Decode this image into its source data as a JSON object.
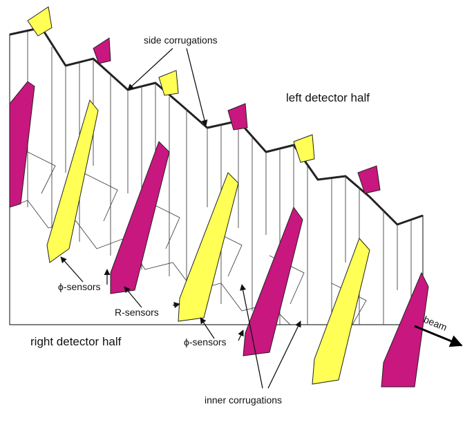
{
  "colors": {
    "phi_sensor": "#ffff55",
    "r_sensor": "#c8177f",
    "outline": "#222222",
    "background": "#ffffff"
  },
  "labels": {
    "side_corrugations": "side corrugations",
    "left_half": "left detector half",
    "right_half": "right detector half",
    "phi_sensors_1": "ϕ-sensors",
    "r_sensors": "R-sensors",
    "phi_sensors_2": "ϕ-sensors",
    "inner_corrugations": "inner corrugations",
    "beam": "beam"
  }
}
